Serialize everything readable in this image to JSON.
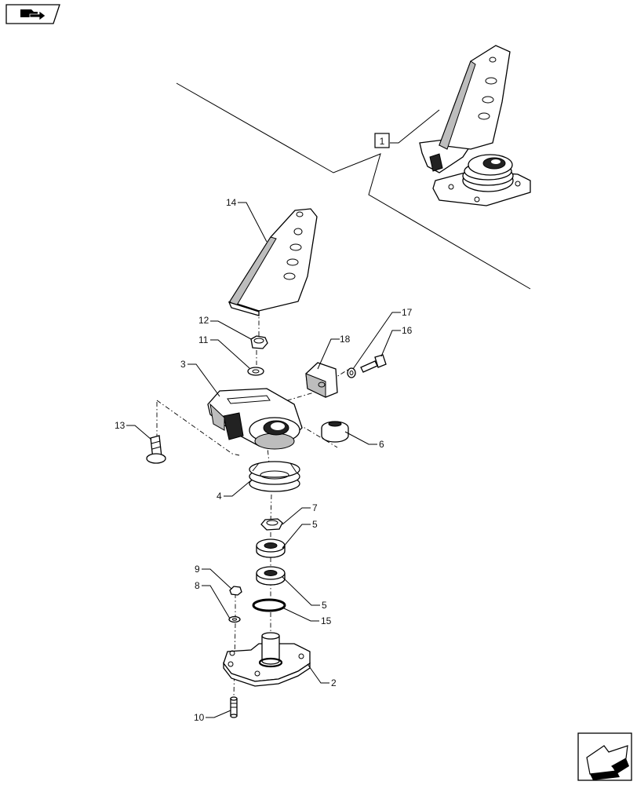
{
  "colors": {
    "ink": "#000000",
    "paper": "#ffffff",
    "shade": "#bdbdbd",
    "dark": "#222222"
  },
  "icons": {
    "top_left": "folder-arrow-icon",
    "bottom_right": "next-page-arrow-icon"
  },
  "callouts": {
    "c1": "1",
    "c2": "2",
    "c3": "3",
    "c4": "4",
    "c5a": "5",
    "c5b": "5",
    "c6": "6",
    "c7": "7",
    "c8": "8",
    "c9": "9",
    "c10": "10",
    "c11": "11",
    "c12": "12",
    "c13": "13",
    "c14": "14",
    "c15": "15",
    "c16": "16",
    "c17": "17",
    "c18": "18"
  }
}
